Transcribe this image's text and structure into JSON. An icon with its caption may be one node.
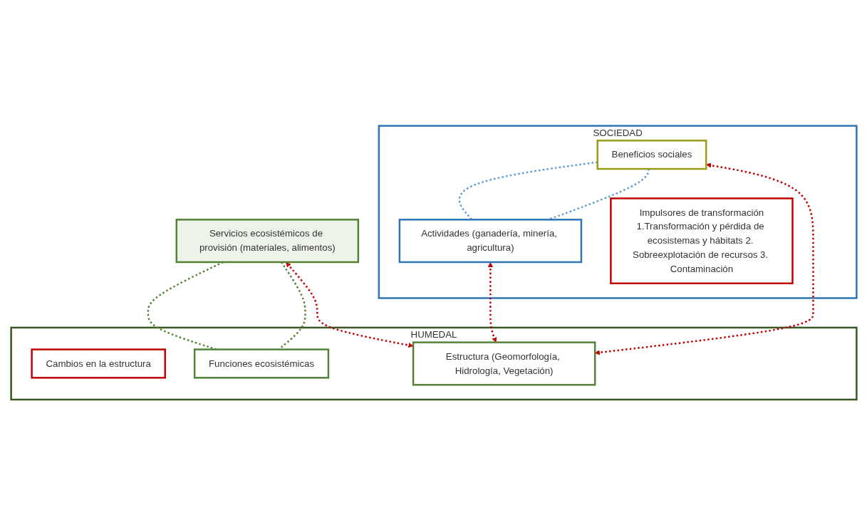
{
  "diagram": {
    "nodes": [
      {
        "text": [
          "SOCIEDAD"
        ]
      },
      {
        "text": [
          "Beneficios sociales"
        ],
        "in": 0
      },
      {
        "text": [
          "Actividades (ganadería, minería, agricultura)"
        ],
        "in": 0
      },
      {
        "text": [
          "Impulsores de transformación",
          "1.Transformación y pérdida de ecosistemas y hábitats 2. Sobreexplotación de recursos 3. Contaminación"
        ],
        "in": 0
      },
      {
        "text": [
          "Servicios ecosistémicos de provisión (materiales, alimentos)"
        ]
      },
      {
        "text": [
          "HUMEDAL"
        ]
      },
      {
        "text": [
          "Cambios en la estructura"
        ],
        "in": 5
      },
      {
        "text": [
          "Funciones ecosistémicas"
        ],
        "in": 5
      },
      {
        "text": [
          "Estructura (Geomorfología, Hidrología, Vegetación)"
        ],
        "in": 5
      }
    ],
    "edges": [
      {
        "from": 1,
        "to": 2,
        "arrow": "none",
        "style": "dashed",
        "color": "#5b9bd5"
      },
      {
        "from": 1,
        "to": 2,
        "arrow": "none",
        "style": "dashed",
        "color": "#5b9bd5"
      },
      {
        "from": 4,
        "to": 7,
        "arrow": "none",
        "style": "dashed",
        "color": "#548235"
      },
      {
        "from": 4,
        "to": 7,
        "arrow": "none",
        "style": "dashed",
        "color": "#548235"
      },
      {
        "from": 1,
        "to": 8,
        "arrow": "both",
        "style": "dashed",
        "color": "#c00000"
      },
      {
        "from": 2,
        "to": 8,
        "arrow": "both",
        "style": "dashed",
        "color": "#c00000"
      },
      {
        "from": 4,
        "to": 8,
        "arrow": "both",
        "style": "dashed",
        "color": "#c00000"
      }
    ]
  }
}
